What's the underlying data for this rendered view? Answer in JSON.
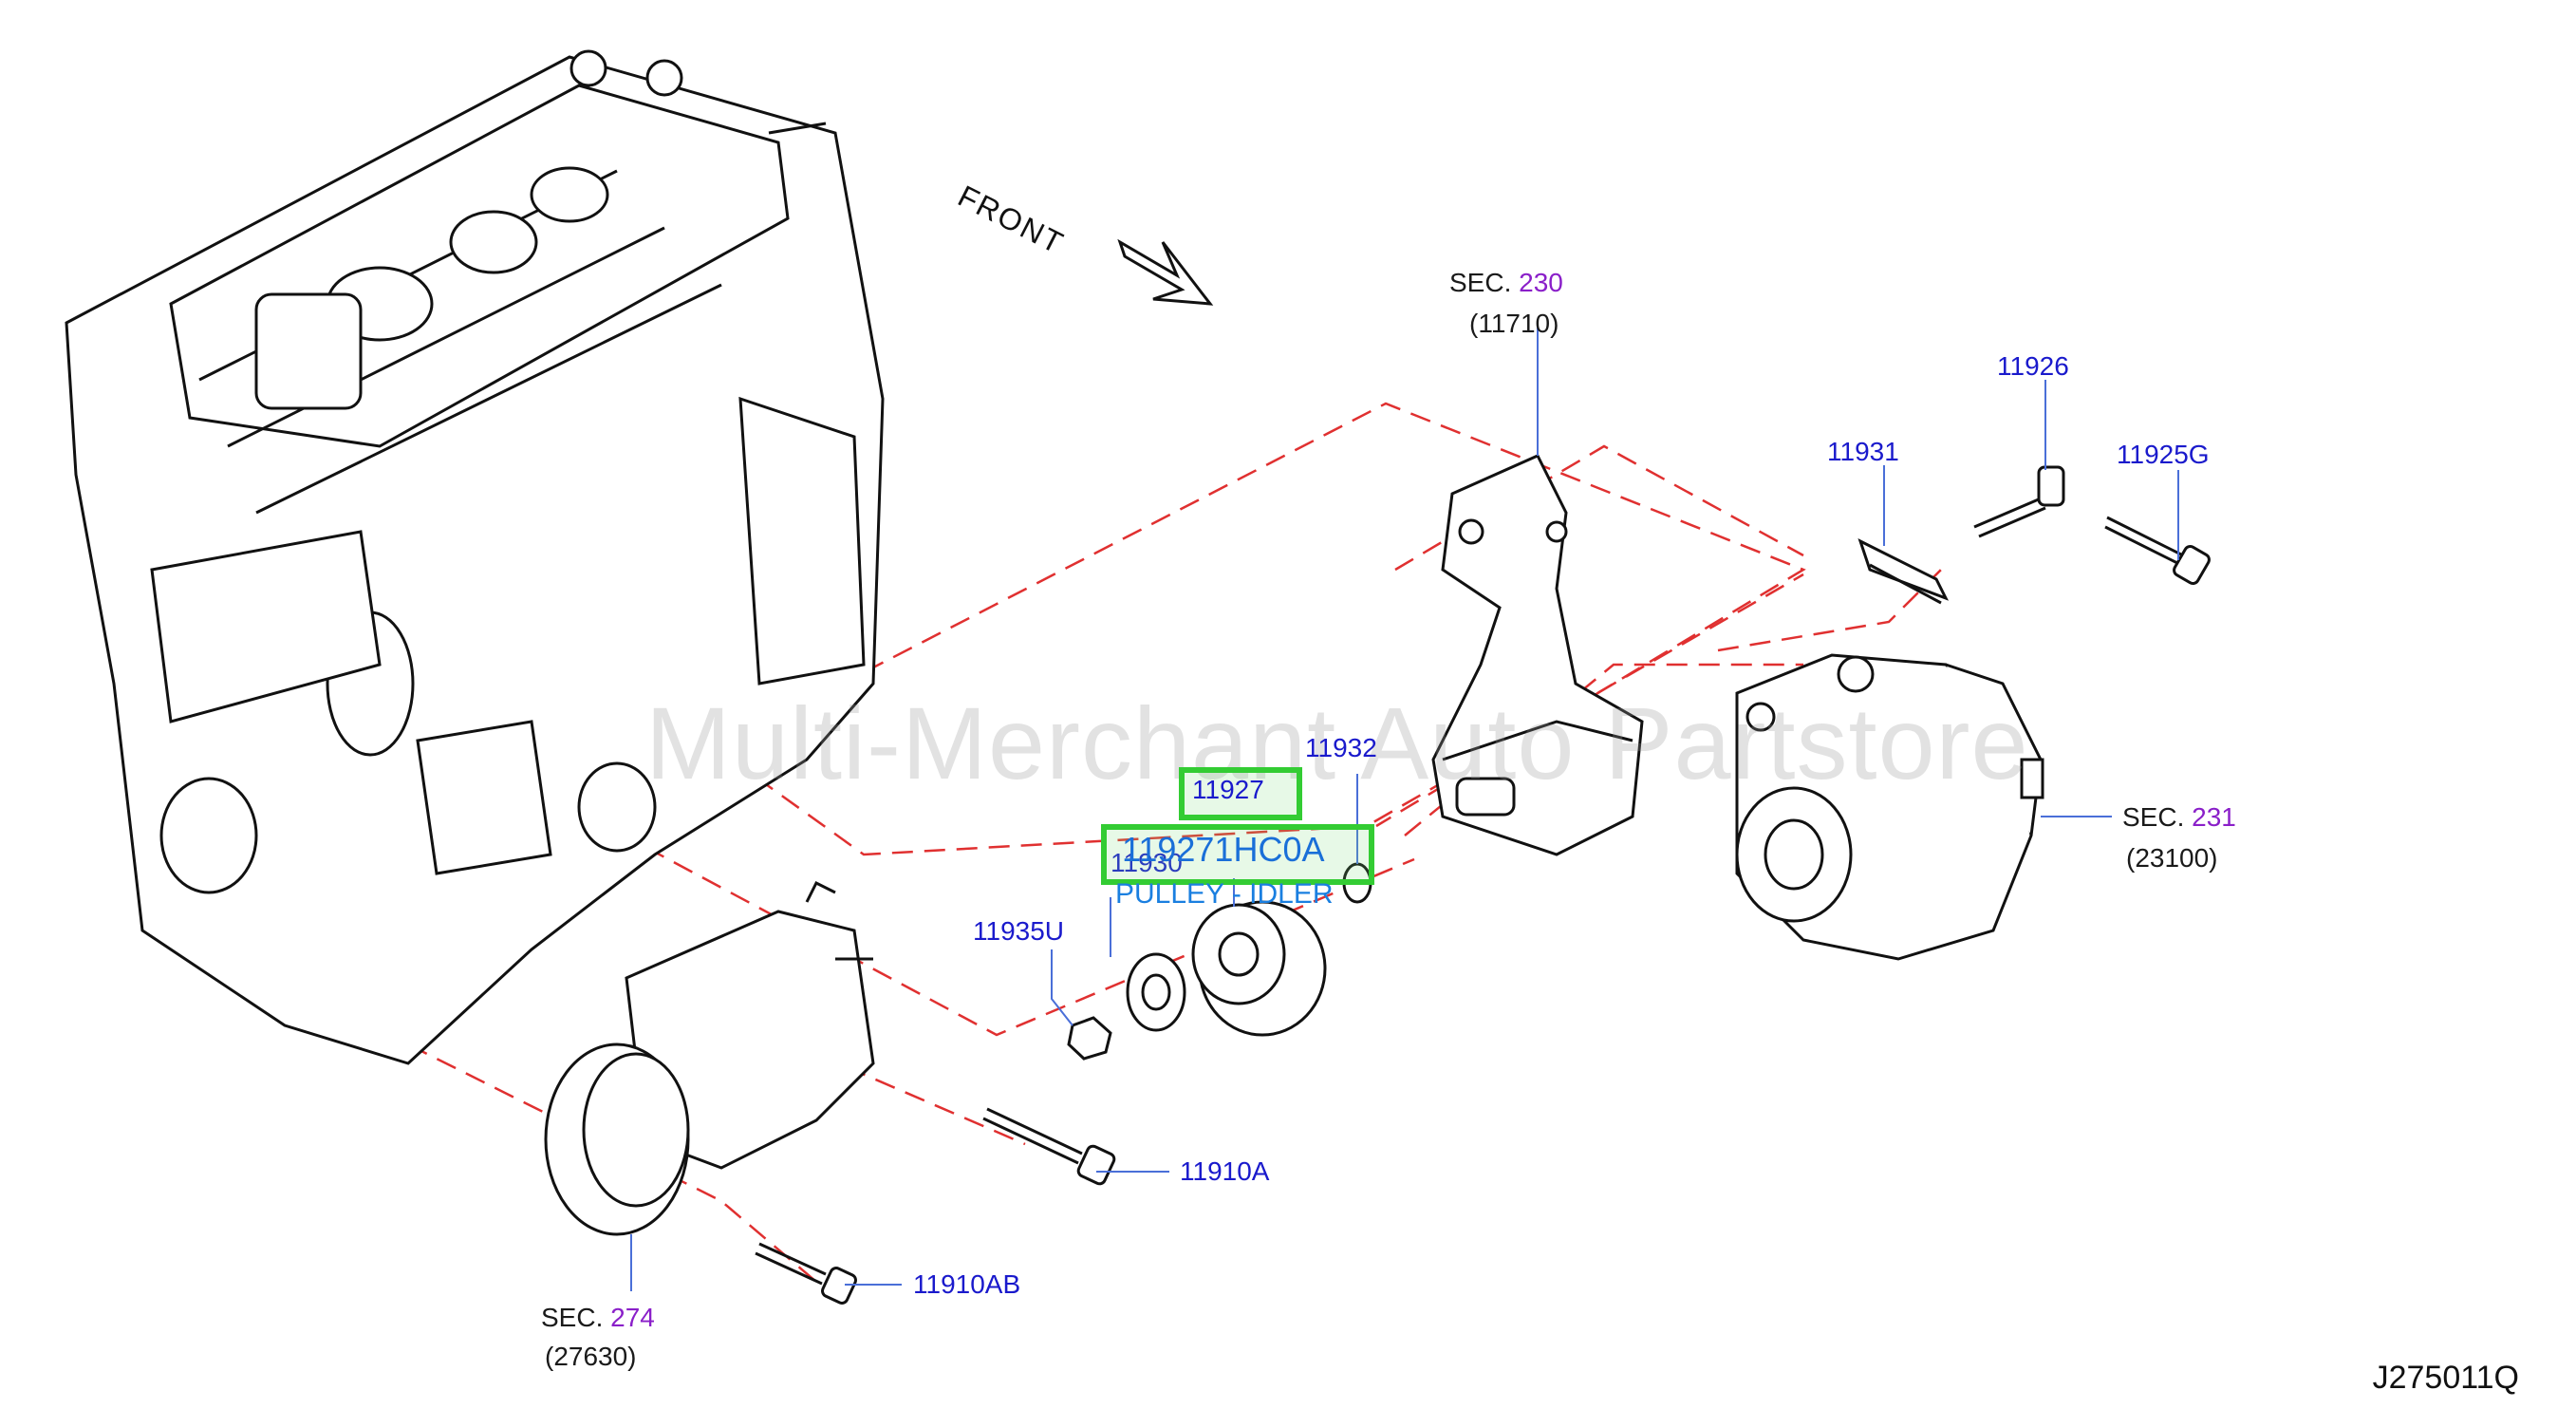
{
  "front_label": "FRONT",
  "watermark": "Multi-Merchant Auto Partstore",
  "diagram_code": "J275011Q",
  "sections": [
    {
      "prefix": "SEC.",
      "num": "230",
      "part": "(11710)"
    },
    {
      "prefix": "SEC.",
      "num": "231",
      "part": "(23100)"
    },
    {
      "prefix": "SEC.",
      "num": "274",
      "part": "(27630)"
    }
  ],
  "callouts": {
    "c11926": "11926",
    "c11931": "11931",
    "c11925G": "11925G",
    "c11932": "11932",
    "c11927": "11927",
    "c11930": "11930",
    "c11935U": "11935U",
    "c11910A": "11910A",
    "c11910AB": "11910AB"
  },
  "highlight": {
    "part_number": "119271HC0A",
    "description": "PULLEY - IDLER"
  },
  "colors": {
    "callout": "#1a1acc",
    "section_number": "#8a1fc9",
    "highlight_border": "#33cc33",
    "leader_dash": "#e03030"
  }
}
